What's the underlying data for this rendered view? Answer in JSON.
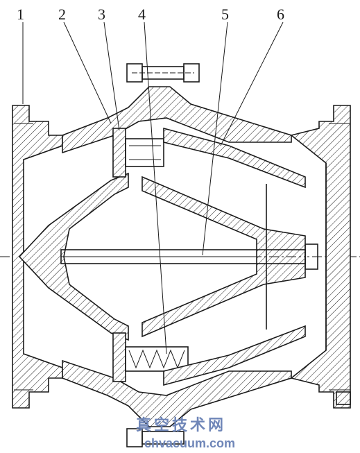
{
  "callouts": [
    {
      "label": "1",
      "name": "callout-1"
    },
    {
      "label": "2",
      "name": "callout-2"
    },
    {
      "label": "3",
      "name": "callout-3"
    },
    {
      "label": "4",
      "name": "callout-4"
    },
    {
      "label": "5",
      "name": "callout-5"
    },
    {
      "label": "6",
      "name": "callout-6"
    }
  ],
  "watermark": {
    "chinese": "真空技术网",
    "url": "chvacuum.com",
    "color": "#6f86b8"
  },
  "colors": {
    "line": "#1a1a1a",
    "background": "#ffffff"
  }
}
